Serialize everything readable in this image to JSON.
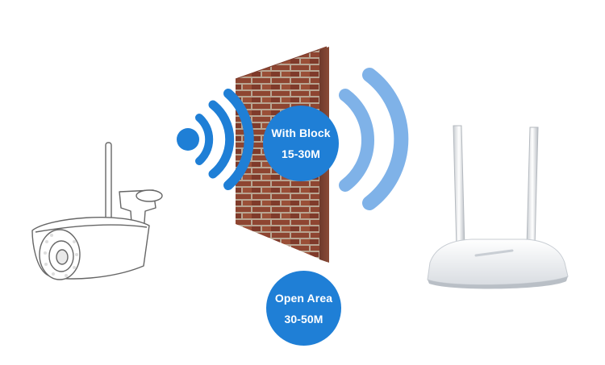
{
  "colors": {
    "badge": "#1f7fd6",
    "signal_strong": "#1f7fd6",
    "signal_faded": "#7fb2e8",
    "brick": "#9b4b36",
    "mortar": "#c9b6a4",
    "device_line": "#666666"
  },
  "wall_badge": {
    "line1": "With Block",
    "line2": "15-30M"
  },
  "open_badge": {
    "line1": "Open Area",
    "line2": "30-50M"
  },
  "icons": {
    "camera": "bullet-camera-icon",
    "router": "wifi-router-icon",
    "signal": "wifi-signal-icon",
    "wall": "brick-wall-icon"
  }
}
